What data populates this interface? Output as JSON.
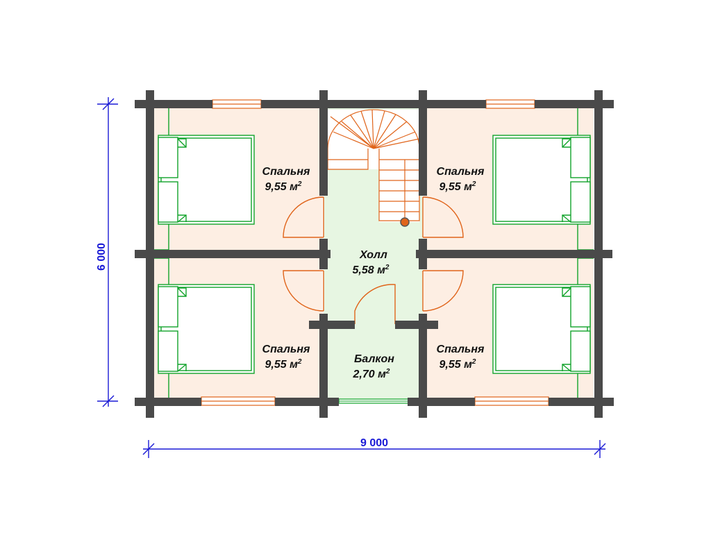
{
  "dimensions": {
    "width_label": "9 000",
    "height_label": "6 000"
  },
  "rooms": {
    "bedroom_top_left": {
      "name": "Спальня",
      "area": "9,55 м",
      "sup": "2"
    },
    "bedroom_top_right": {
      "name": "Спальня",
      "area": "9,55 м",
      "sup": "2"
    },
    "bedroom_bottom_left": {
      "name": "Спальня",
      "area": "9,55 м",
      "sup": "2"
    },
    "bedroom_bottom_right": {
      "name": "Спальня",
      "area": "9,55 м",
      "sup": "2"
    },
    "hall": {
      "name": "Холл",
      "area": "5,58 м",
      "sup": "2"
    },
    "balcony": {
      "name": "Балкон",
      "area": "2,70 м",
      "sup": "2"
    }
  },
  "colors": {
    "wall": "#4a4a4a",
    "bedroom_floor": "#fdeee3",
    "hall_floor": "#e7f6e2",
    "furniture": "#11a32a",
    "door_window": "#e0641a",
    "dimension": "#1a1ad6"
  }
}
